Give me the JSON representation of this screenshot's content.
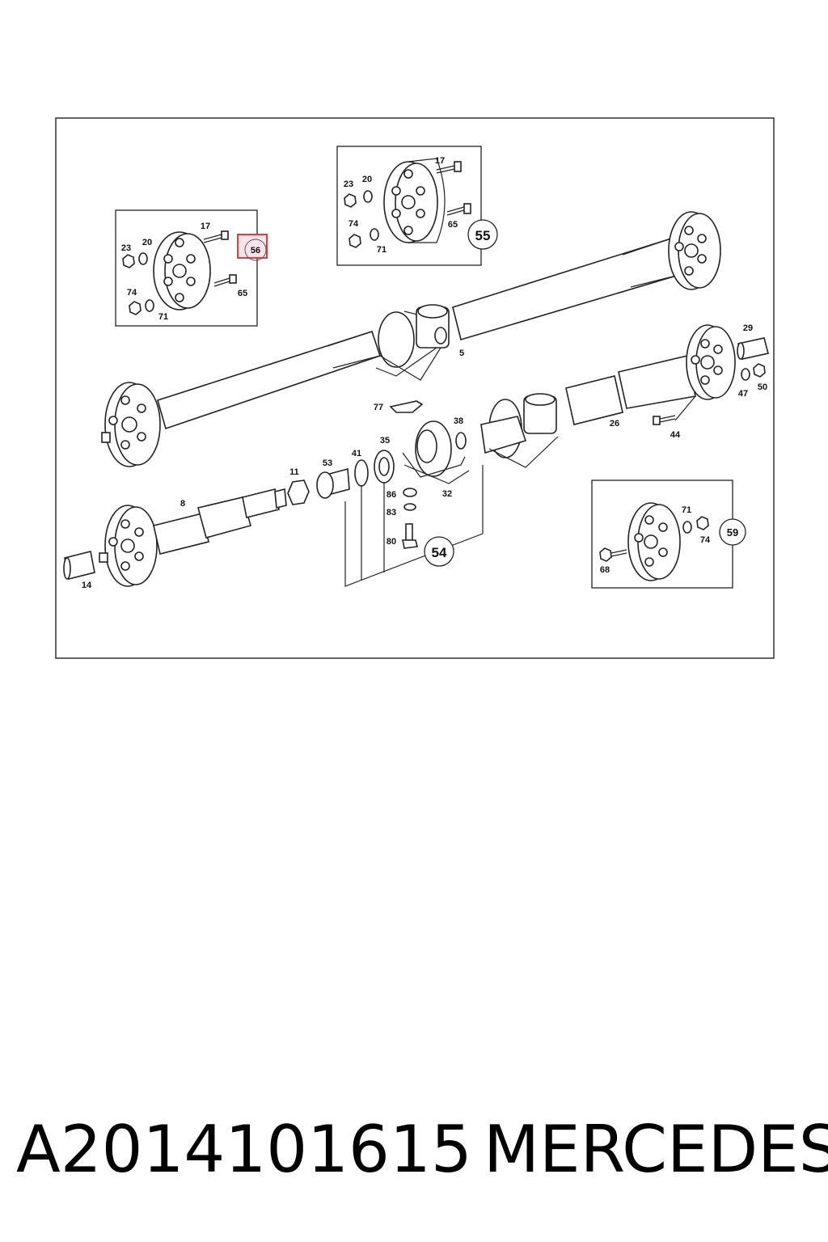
{
  "labels": {
    "l56": "56",
    "l55": "55",
    "l54": "54",
    "l59": "59",
    "l17a": "17",
    "l20a": "20",
    "l23a": "23",
    "l74a": "74",
    "l71a": "71",
    "l65a": "65",
    "l17b": "17",
    "l20b": "20",
    "l23b": "23",
    "l74b": "74",
    "l71b": "71",
    "l65b": "65",
    "l5": "5",
    "l29": "29",
    "l47": "47",
    "l50": "50",
    "l77": "77",
    "l38": "38",
    "l35": "35",
    "l41": "41",
    "l53": "53",
    "l11": "11",
    "l8": "8",
    "l14": "14",
    "l26": "26",
    "l44": "44",
    "l32": "32",
    "l86": "86",
    "l83": "83",
    "l80": "80",
    "l71c": "71",
    "l74c": "74",
    "l68": "68"
  },
  "highlight_color": "#e0282e",
  "footer": {
    "part_number": "A2014101615",
    "brand": "MERCEDES"
  }
}
